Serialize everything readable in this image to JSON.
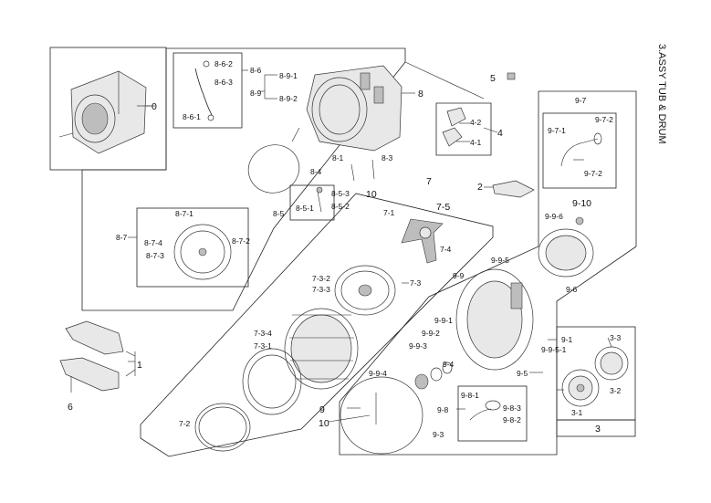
{
  "title": "3.ASSY TUB & DRUM",
  "labels": {
    "l0": "0",
    "l1": "1",
    "l2": "2",
    "l3": "3",
    "l3_1": "3-1",
    "l3_2": "3-2",
    "l3_3": "3-3",
    "l4": "4",
    "l4_1": "4-1",
    "l4_2": "4-2",
    "l5": "5",
    "l6": "6",
    "l7": "7",
    "l7_1": "7-1",
    "l7_2": "7-2",
    "l7_3": "7-3",
    "l7_3_1": "7-3-1",
    "l7_3_2": "7-3-2",
    "l7_3_3": "7-3-3",
    "l7_3_4": "7-3-4",
    "l7_4": "7-4",
    "l7_5": "7-5",
    "l8": "8",
    "l8_1": "8-1",
    "l8_3": "8-3",
    "l8_4": "8-4",
    "l8_5": "8-5",
    "l8_5_1": "8-5-1",
    "l8_5_2": "8-5-2",
    "l8_5_3": "8-5-3",
    "l8_6": "8-6",
    "l8_6_1": "8-6-1",
    "l8_6_2": "8-6-2",
    "l8_6_3": "8-6-3",
    "l8_7": "8-7",
    "l8_7_1": "8-7-1",
    "l8_7_2": "8-7-2",
    "l8_7_3": "8-7-3",
    "l8_7_4": "8-7-4",
    "l8_9": "8-9",
    "l8_9_1": "8-9-1",
    "l8_9_2": "8-9-2",
    "l9": "9",
    "l9_1": "9-1",
    "l9_3": "9-3",
    "l9_4": "9-4",
    "l9_5": "9-5",
    "l9_6": "9-6",
    "l9_7": "9-7",
    "l9_7_1": "9-7-1",
    "l9_7_2a": "9-7-2",
    "l9_7_2b": "9-7-2",
    "l9_8": "9-8",
    "l9_8_1": "9-8-1",
    "l9_8_2": "9-8-2",
    "l9_8_3": "9-8-3",
    "l9_9": "9-9",
    "l9_9_1": "9-9-1",
    "l9_9_2": "9-9-2",
    "l9_9_3": "9-9-3",
    "l9_9_4": "9-9-4",
    "l9_9_5": "9-9-5",
    "l9_9_5_1": "9-9-5-1",
    "l9_9_6": "9-9-6",
    "l9_10": "9-10",
    "l10a": "10",
    "l10b": "10"
  }
}
